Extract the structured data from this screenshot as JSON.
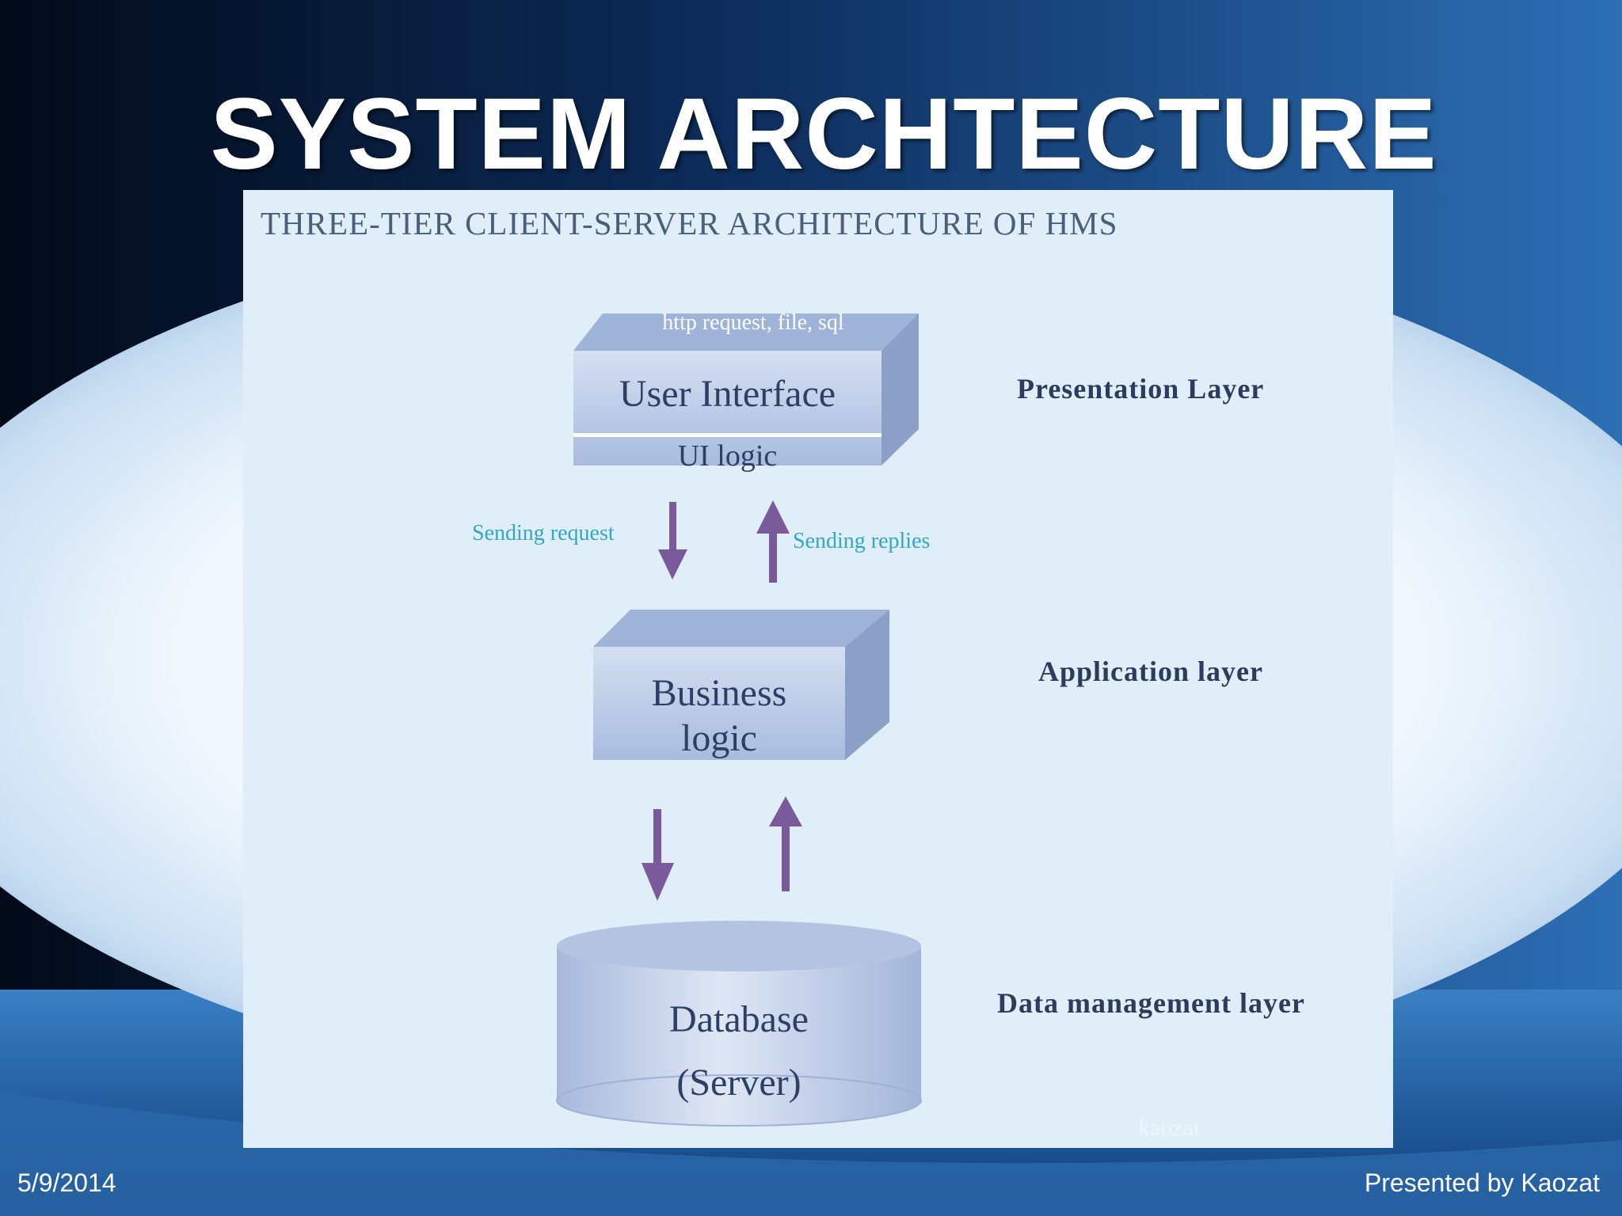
{
  "slide": {
    "title": "SYSTEM ARCHTECTURE",
    "date": "5/9/2014",
    "presenter": "Presented by Kaozat"
  },
  "diagram": {
    "title": "THREE-TIER CLIENT-SERVER ARCHITECTURE OF HMS",
    "tiers": {
      "presentation": {
        "top_face_text": "http request, file, sql",
        "box_text": "User Interface",
        "sub_text": "UI logic",
        "layer_label": "Presentation Layer"
      },
      "application": {
        "box_text_line1": "Business",
        "box_text_line2": "logic",
        "layer_label": "Application layer"
      },
      "data": {
        "box_text_line1": "Database",
        "box_text_line2": "(Server)",
        "layer_label": "Data management layer"
      }
    },
    "arrows": {
      "down_label": "Sending request",
      "up_label": "Sending replies"
    },
    "watermark": "kaozat",
    "colors": {
      "arrow": "#7a5a9a",
      "box_front": "#b9c8e4",
      "box_side": "#8c9fc6",
      "box_top": "#9fb2d8",
      "arrow_label": "#31a8c4"
    }
  }
}
